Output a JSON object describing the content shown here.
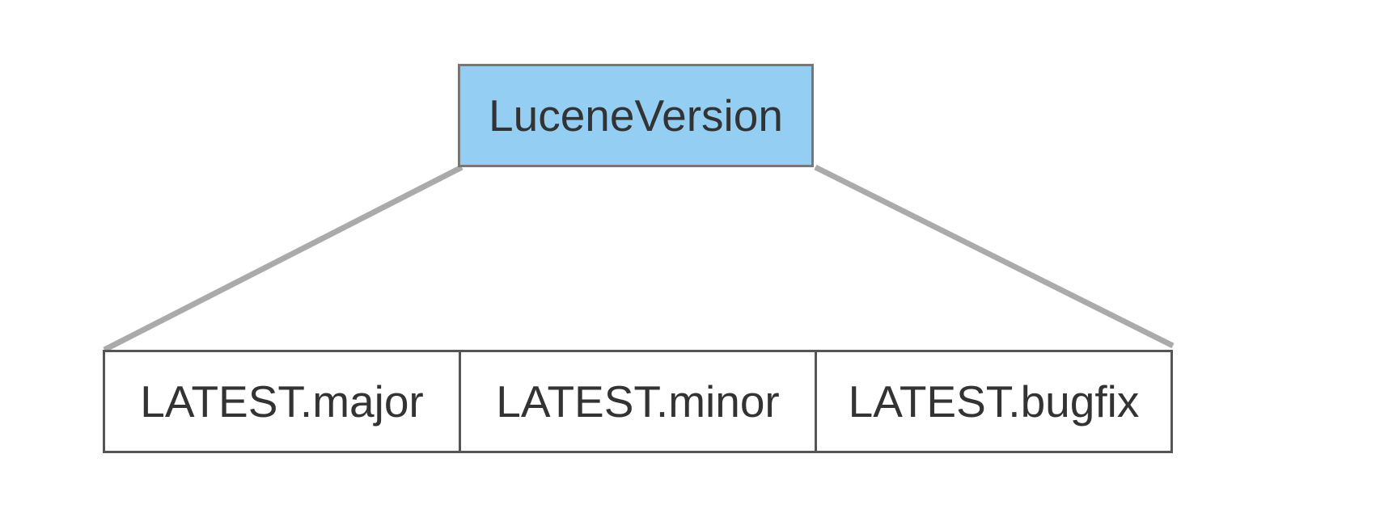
{
  "root": {
    "label": "LuceneVersion",
    "fill_color": "#94cff3",
    "border_color": "#777777"
  },
  "fields": [
    {
      "label": "LATEST.major"
    },
    {
      "label": "LATEST.minor"
    },
    {
      "label": "LATEST.bugfix"
    }
  ],
  "colors": {
    "text": "#333333",
    "connector": "#aaaaaa",
    "field_border": "#555555"
  }
}
